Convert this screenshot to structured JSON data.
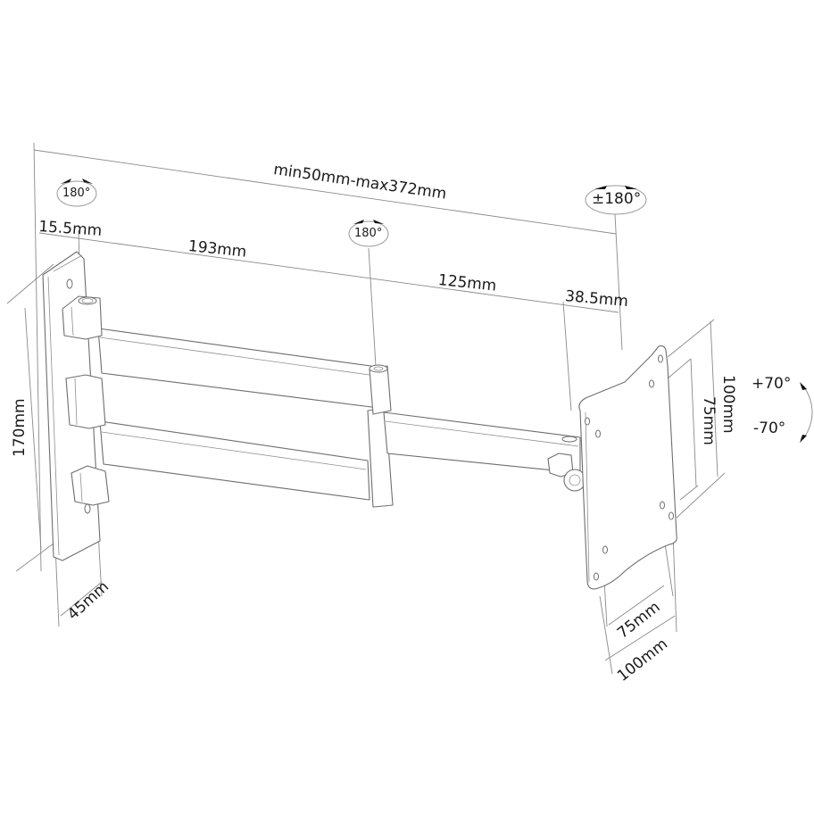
{
  "diagram": {
    "subject": "Full-motion monitor wall mount, triple-arm, exploded dimension drawing",
    "line_color": "#6e6e6e",
    "dimension_line_color": "#8a8a8a",
    "text_color": "#1a1a1a",
    "background": "#ffffff"
  },
  "rotation_badges": {
    "wall_joint": "180°",
    "middle_joint": "180°",
    "head_swivel": "±180°"
  },
  "tilt": {
    "up": "+70°",
    "down": "-70°"
  },
  "dimensions": {
    "overall_reach": "min50mm-max372mm",
    "wall_offset": "15.5mm",
    "first_arm": "193mm",
    "second_arm": "125mm",
    "head_offset": "38.5mm",
    "wall_plate_height": "170mm",
    "wall_plate_width": "45mm",
    "vesa_vertical_large": "100mm",
    "vesa_vertical_small": "75mm",
    "vesa_horizontal_small": "75mm",
    "vesa_horizontal_large": "100mm"
  }
}
